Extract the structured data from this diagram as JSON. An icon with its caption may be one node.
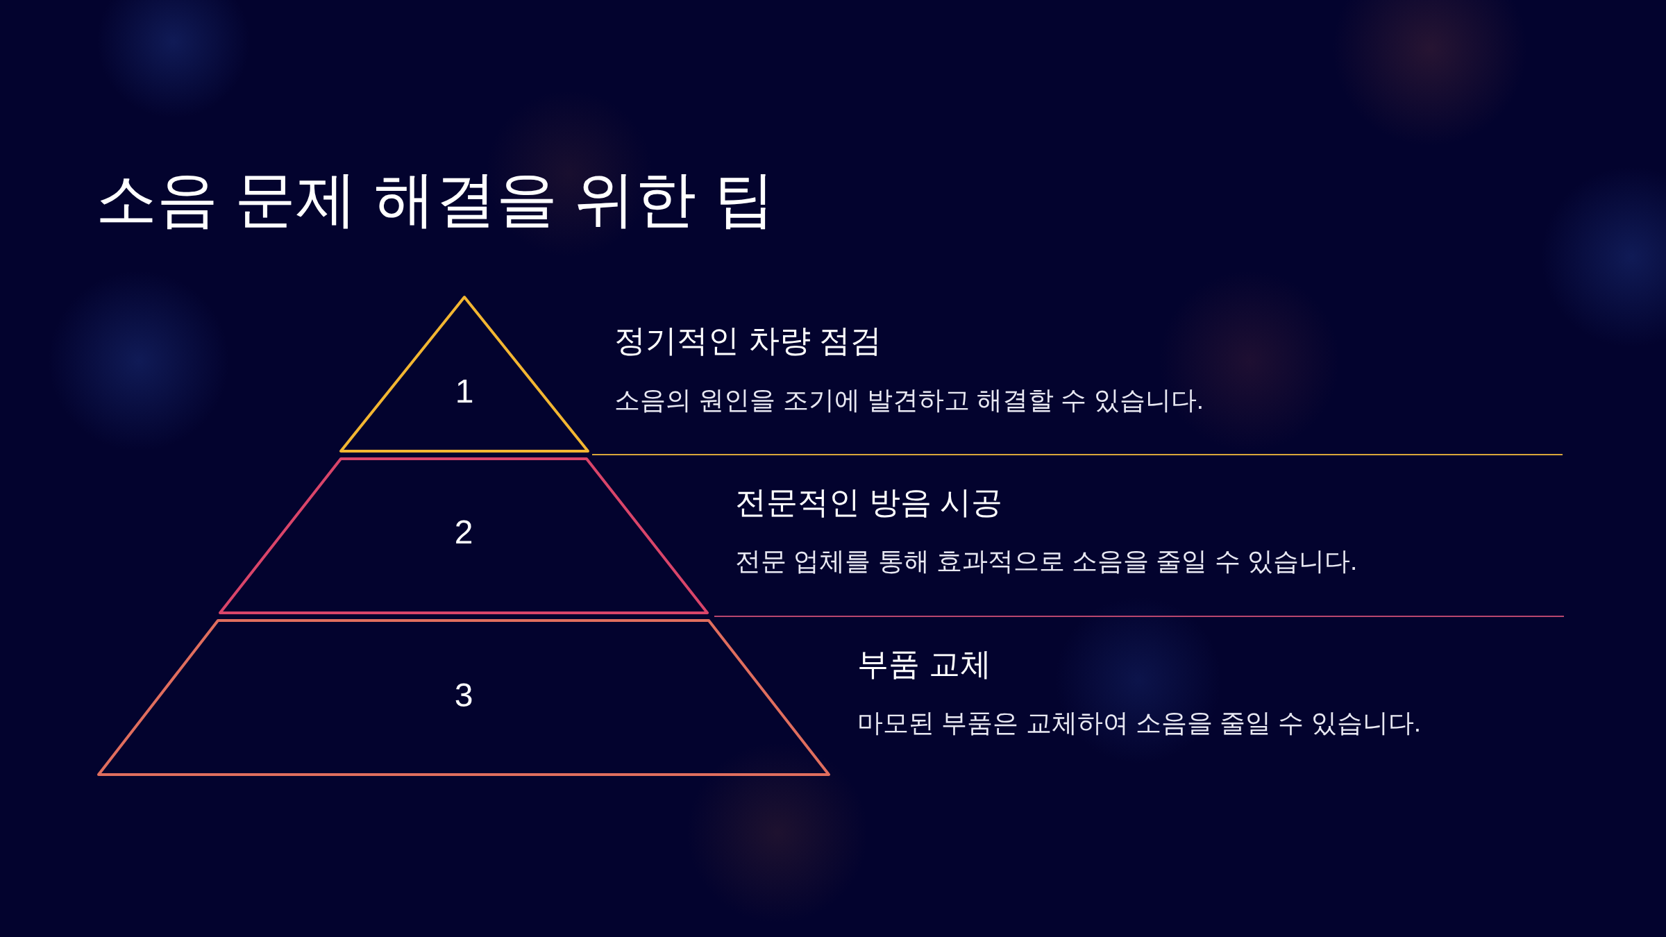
{
  "diagram": {
    "title": "소음 문제 해결을 위한 팁",
    "nodes": [
      {
        "text": [
          "1"
        ],
        "beside": [
          "정기적인 차량 점검",
          "소음의 원인을 조기에 발견하고 해결할 수 있습니다."
        ]
      },
      {
        "text": [
          "2"
        ],
        "beside": [
          "전문적인 방음 시공",
          "전문 업체를 통해 효과적으로 소음을 줄일 수 있습니다."
        ]
      },
      {
        "text": [
          "3"
        ],
        "beside": [
          "부품 교체",
          "마모된 부품은 교체하여 소음을 줄일 수 있습니다."
        ]
      }
    ],
    "edges": []
  }
}
